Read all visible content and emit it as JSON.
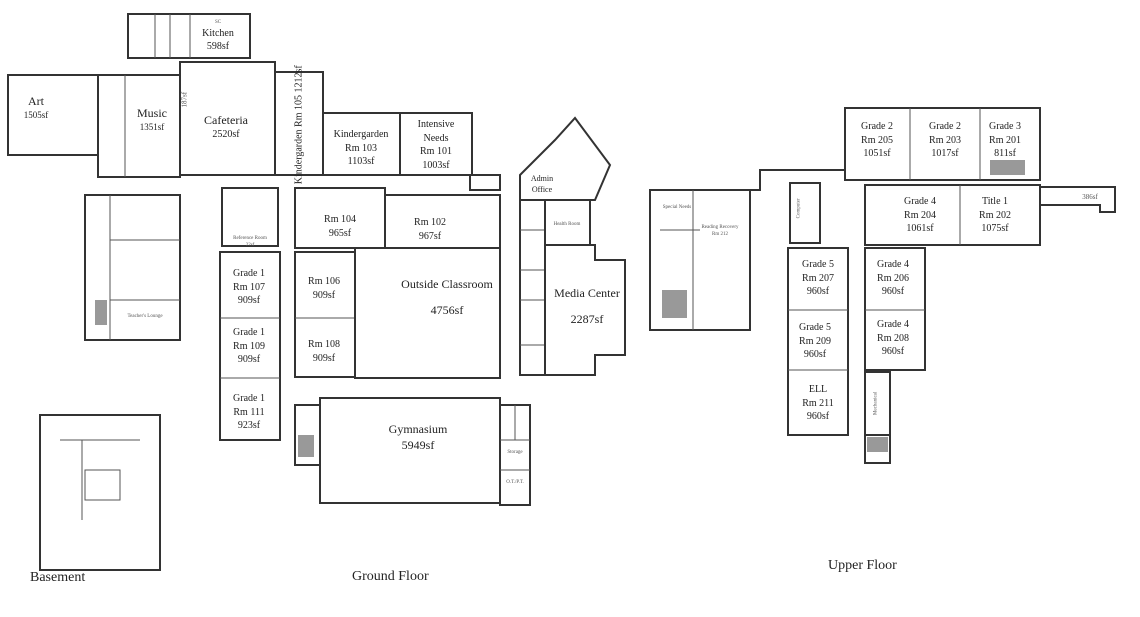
{
  "floors": {
    "basement": "Basement",
    "ground": "Ground Floor",
    "upper": "Upper Floor"
  },
  "ground": {
    "kitchen": {
      "name": "Kitchen",
      "area": "598sf",
      "sc": "SC"
    },
    "art": {
      "name": "Art",
      "area": "1505sf"
    },
    "music": {
      "name": "Music",
      "area": "1351sf"
    },
    "music_side": "187sf",
    "cafeteria": {
      "name": "Cafeteria",
      "area": "2520sf"
    },
    "kinder105": {
      "name": "Kindergarden",
      "room": "Rm 105",
      "area": "1212sf"
    },
    "kinder103": {
      "name": "Kindergarden",
      "room": "Rm 103",
      "area": "1103sf"
    },
    "intensive": {
      "name": "Intensive",
      "name2": "Needs",
      "room": "Rm 101",
      "area": "1003sf"
    },
    "rm104": {
      "room": "Rm 104",
      "area": "965sf"
    },
    "rm102": {
      "room": "Rm 102",
      "area": "967sf"
    },
    "reference": {
      "name": "Reference Room",
      "area": "22sf"
    },
    "g107": {
      "name": "Grade 1",
      "room": "Rm 107",
      "area": "909sf"
    },
    "g109": {
      "name": "Grade 1",
      "room": "Rm 109",
      "area": "909sf"
    },
    "g111": {
      "name": "Grade 1",
      "room": "Rm 111",
      "area": "923sf"
    },
    "rm106": {
      "room": "Rm 106",
      "area": "909sf"
    },
    "rm108": {
      "room": "Rm 108",
      "area": "909sf"
    },
    "outside": {
      "name": "Outside Classroom",
      "area": "4756sf"
    },
    "gym": {
      "name": "Gymnasium",
      "area": "5949sf"
    },
    "admin": {
      "name": "Admin",
      "name2": "Office"
    },
    "health": "Health Room",
    "media": {
      "name": "Media Center",
      "area": "2287sf"
    },
    "storage": "Storage",
    "otpt": "O.T./P.T.",
    "teachers": "Teacher's Lounge"
  },
  "upper": {
    "g205": {
      "name": "Grade 2",
      "room": "Rm 205",
      "area": "1051sf"
    },
    "g203": {
      "name": "Grade 2",
      "room": "Rm 203",
      "area": "1017sf"
    },
    "g201": {
      "name": "Grade 3",
      "room": "Rm 201",
      "area": "811sf"
    },
    "g204": {
      "name": "Grade 4",
      "room": "Rm 204",
      "area": "1061sf"
    },
    "t202": {
      "name": "Title 1",
      "room": "Rm 202",
      "area": "1075sf"
    },
    "corridor": "386sf",
    "g207": {
      "name": "Grade 5",
      "room": "Rm 207",
      "area": "960sf"
    },
    "g209": {
      "name": "Grade 5",
      "room": "Rm 209",
      "area": "960sf"
    },
    "ell": {
      "name": "ELL",
      "room": "Rm 211",
      "area": "960sf"
    },
    "g206": {
      "name": "Grade 4",
      "room": "Rm 206",
      "area": "960sf"
    },
    "g208": {
      "name": "Grade 4",
      "room": "Rm 208",
      "area": "960sf"
    },
    "mechanical": "Mechanical",
    "special": "Special Needs",
    "reading": {
      "name": "Reading Recovery",
      "room": "Rm 212"
    },
    "computer": "Computer"
  }
}
